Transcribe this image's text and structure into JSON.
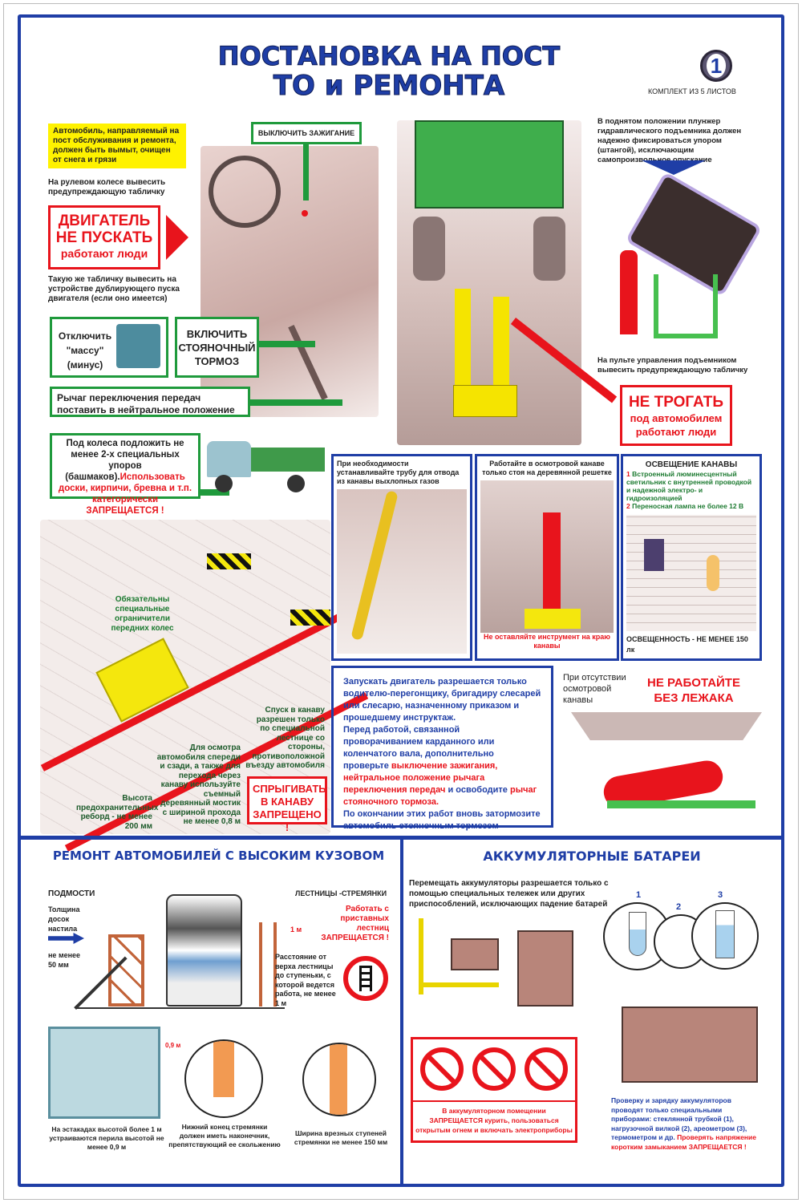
{
  "title": {
    "line1": "ПОСТАНОВКА НА ПОСТ",
    "line2": "ТО и РЕМОНТА",
    "badge_number": "1",
    "set_note": "КОМПЛЕКТ ИЗ 5 ЛИСТОВ"
  },
  "top_left": {
    "wash_note": "Автомобиль, направляемый на пост обслуживания и ремонта, должен быть вымыт, очищен от снега и грязи",
    "wheel_sign_note": "На рулевом колесе вывесить предупреждающую табличку",
    "sign": {
      "line1": "ДВИГАТЕЛЬ",
      "line2": "НЕ ПУСКАТЬ",
      "line3": "работают люди"
    },
    "duplicate_note": "Такую же табличку вывесить на устройстве дублирующего пуска двигателя (если оно имеется)",
    "ignition": "ВЫКЛЮЧИТЬ ЗАЖИГАНИЕ",
    "ground": "Отключить \"массу\" (минус)",
    "parking_brake": "ВКЛЮЧИТЬ СТОЯНОЧНЫЙ ТОРМОЗ",
    "gear_lever": "Рычаг переключения передач поставить в нейтральное положение",
    "chocks": "Под колеса подложить не менее 2-х специальных упоров (башмаков).",
    "chocks_forbidden": "Использовать доски, кирпичи, бревна и т.п. категорически ЗАПРЕЩАЕТСЯ !"
  },
  "lift": {
    "plunger_note": "В поднятом положении плунжер гидравлического подъемника должен надежно фиксироваться упором (штангой), исключающим самопроизвольное опускание",
    "panel_note": "На пульте управления подъемником вывесить предупреждающую табличку",
    "sign": {
      "line1": "НЕ ТРОГАТЬ",
      "line2": "под автомобилем",
      "line3": "работают люди"
    }
  },
  "pit": {
    "wheel_stops": "Обязательны специальные ограничители передних колес",
    "descent": "Спуск в канаву разрешен только по специальной лестнице со стороны, противоположной въезду автомобиля",
    "bridge": "Для осмотра автомобиля спереди и сзади, а также для перехода через канаву используйте съемный деревянный мостик с шириной прохода не менее 0,8 м",
    "curb_height": "Высота предохранительных реборд - не менее 200 мм",
    "no_jump": "СПРЫГИВАТЬ В КАНАВУ ЗАПРЕЩЕНО !"
  },
  "panels": {
    "exhaust": "При необходимости устанавливайте трубу для отвода из канавы выхлопных газов",
    "grate": "Работайте в осмотровой канаве только стоя на деревянной решетке",
    "grate_warning": "Не оставляйте инструмент на краю канавы",
    "lighting_title": "ОСВЕЩЕНИЕ КАНАВЫ",
    "lighting_1": "Встроенный люминесцентный светильник с внутренней проводкой и надежной электро- и гидроизоляцией",
    "lighting_2": "Переносная лампа не более 12 В",
    "lighting_level": "ОСВЕЩЕННОСТЬ - НЕ МЕНЕЕ 150 лк",
    "n1": "1",
    "n2": "2"
  },
  "engine_rules": {
    "p1": "Запускать двигатель разрешается только водителю-перегонщику, бригадиру слесарей или слесарю, назначенному приказом и прошедшему инструктаж.",
    "p2a": "Перед работой, связанной проворачиванием карданного или коленчатого вала, дополнительно проверьте ",
    "p2b": "выключение зажигания, нейтральное положение рычага переключения передач",
    "p2c": " и освободите ",
    "p2d": "рычаг стояночного тормоза.",
    "p3": "По окончании этих работ вновь затормозите автомобиль стояночным тормозом"
  },
  "creeper": {
    "note": "При отсутствии осмотровой канавы",
    "warning": "НЕ РАБОТАЙТЕ БЕЗ ЛЕЖАКА"
  },
  "high_body": {
    "title": "РЕМОНТ АВТОМОБИЛЕЙ С ВЫСОКИМ КУЗОВОМ",
    "scaffold": "ПОДМОСТИ",
    "board_thickness": "Толщина досок настила",
    "min_50": "не менее 50 мм",
    "ladders": "ЛЕСТНИЦЫ -СТРЕМЯНКИ",
    "one_m": "1 м",
    "no_lean_ladders": "Работать с приставных лестниц ЗАПРЕЩАЕТСЯ !",
    "distance": "Расстояние от верха лестницы до ступеньки, с которой ведется работа, не менее 1 м",
    "rail_height": "0,9 м",
    "overpass": "На эстакадах высотой более 1 м устраиваются перила высотой не менее 0,9 м",
    "ladder_foot": "Нижний конец стремянки должен иметь наконечник, препятствующий ее скольжению",
    "step_width": "Ширина врезных ступеней стремянки не менее 150 мм"
  },
  "batteries": {
    "title": "АККУМУЛЯТОРНЫЕ БАТАРЕИ",
    "moving": "Перемещать аккумуляторы разрешается только с помощью специальных тележек или других приспособлений, исключающих падение батарей",
    "forbidden_a": "В аккумуляторном помещении",
    "forbidden_b": "ЗАПРЕЩАЕТСЯ курить, пользоваться открытым огнем и включать электроприборы",
    "i1": "1",
    "i2": "2",
    "i3": "3",
    "check_a": "Проверку и зарядку аккумуляторов проводят только специальными приборами: стеклянной трубкой (1), нагрузочной вилкой (2), ареометром (3), термометром и др.",
    "check_b": "Проверять напряжение коротким замыканием ЗАПРЕЩАЕТСЯ !"
  },
  "colors": {
    "blue": "#1f3ea6",
    "red": "#e8141c",
    "green": "#1f9a3c",
    "yellow": "#fff200"
  }
}
